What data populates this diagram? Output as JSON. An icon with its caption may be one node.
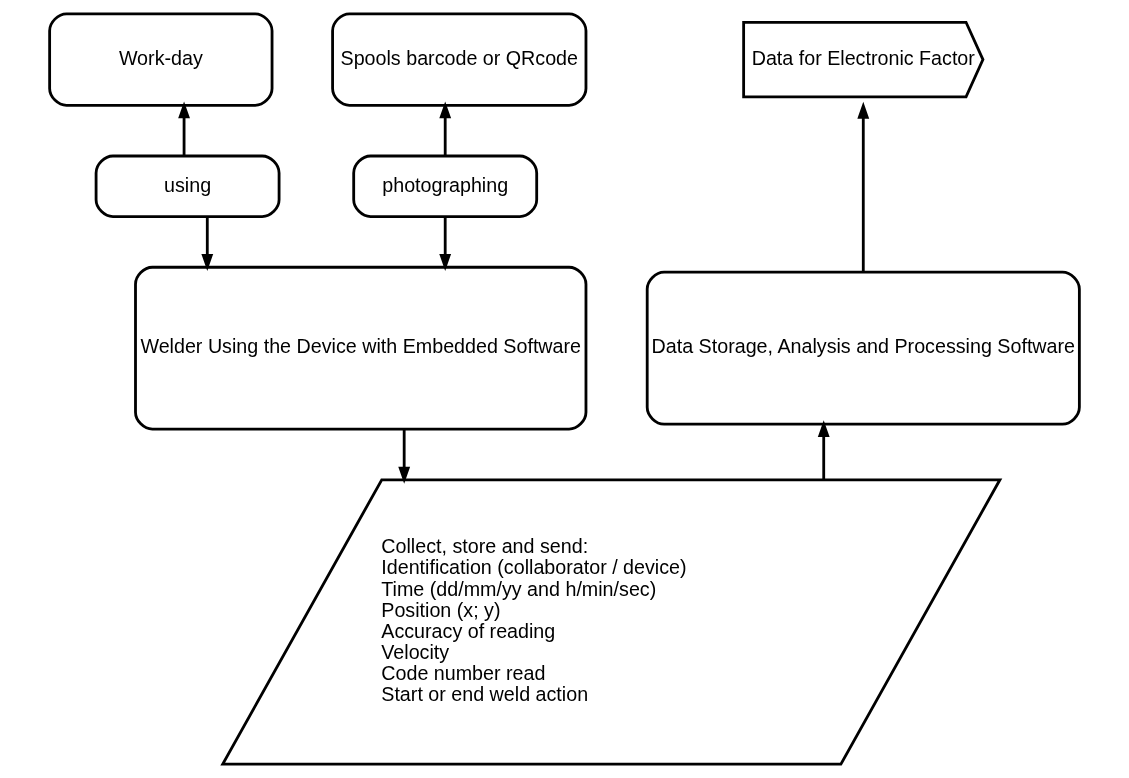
{
  "diagram": {
    "nodes": [
      {
        "text": [
          "Work-day"
        ]
      },
      {
        "text": [
          "using"
        ]
      },
      {
        "text": [
          "Spools barcode or QRcode"
        ]
      },
      {
        "text": [
          "photographing"
        ]
      },
      {
        "text": [
          "Data for Electronic Factor"
        ]
      },
      {
        "text": [
          "Data Storage, Analysis and Processing Software"
        ]
      },
      {
        "text": [
          "Welder Using the Device with Embedded Software"
        ]
      },
      {
        "text": [
          "Collect, store and send:",
          "Identification (collaborator / device)",
          "Time (dd/mm/yy and h/min/sec)",
          "Position (x; y)",
          "Accuracy of reading",
          "Velocity",
          "Code number read",
          "Start or end weld action"
        ]
      }
    ],
    "edges": [
      {
        "from": 1,
        "to": 0,
        "arrow": "to"
      },
      {
        "from": 1,
        "to": 6,
        "arrow": "to"
      },
      {
        "from": 3,
        "to": 2,
        "arrow": "to"
      },
      {
        "from": 3,
        "to": 6,
        "arrow": "to"
      },
      {
        "from": 6,
        "to": 7,
        "arrow": "to"
      },
      {
        "from": 7,
        "to": 5,
        "arrow": "to"
      },
      {
        "from": 5,
        "to": 4,
        "arrow": "to"
      }
    ]
  }
}
